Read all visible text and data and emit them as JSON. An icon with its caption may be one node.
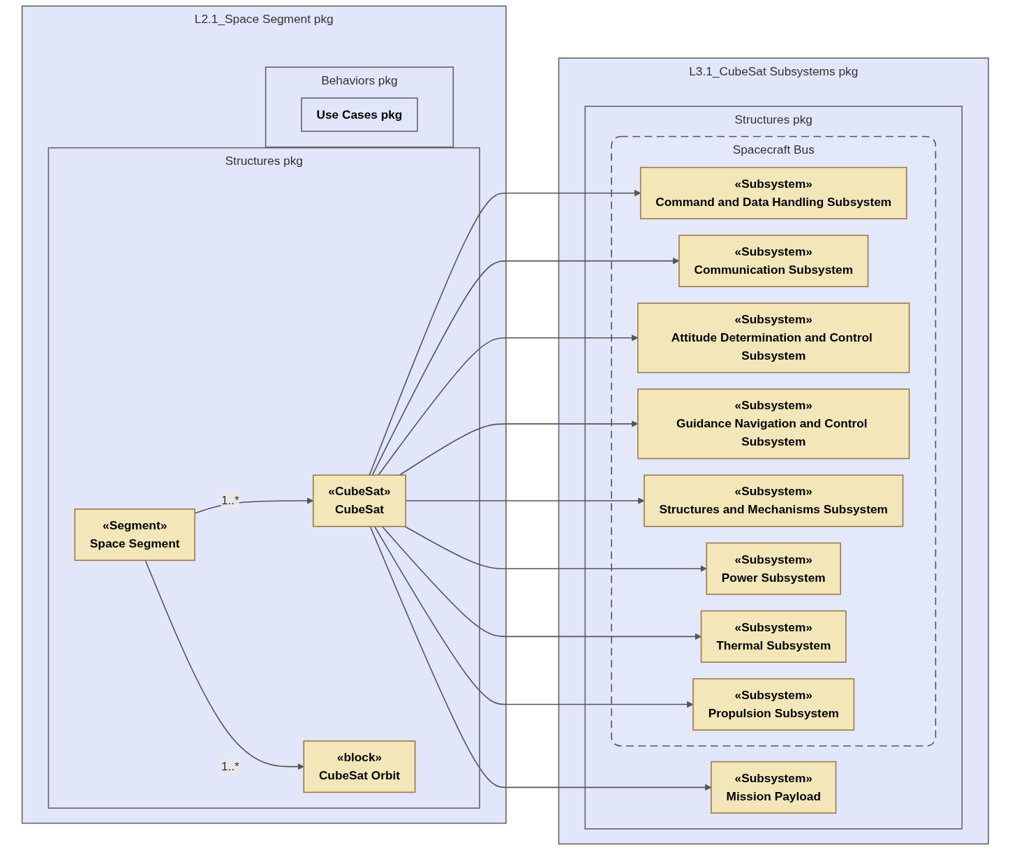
{
  "diagram": {
    "nodes": [
      {
        "text": [
          "L2.1_Space Segment pkg"
        ]
      },
      {
        "text": [
          "Structures pkg"
        ],
        "in": 0
      },
      {
        "text": [
          "«Segment»",
          "Space Segment"
        ],
        "in": 1
      },
      {
        "text": [
          "«CubeSat»",
          "CubeSat"
        ],
        "in": 1
      },
      {
        "text": [
          "«block»",
          "CubeSat Orbit"
        ],
        "in": 1
      },
      {
        "text": [
          "Behaviors pkg"
        ],
        "in": 0
      },
      {
        "text": [
          "Use Cases pkg"
        ],
        "in": 5
      },
      {
        "text": [
          "L3.1_CubeSat Subsystems pkg"
        ]
      },
      {
        "text": [
          "Structures pkg"
        ],
        "in": 7
      },
      {
        "text": [
          "«Subsystem»",
          "Mission Payload"
        ],
        "in": 8
      },
      {
        "text": [
          "Spacecraft Bus"
        ],
        "in": 8
      },
      {
        "text": [
          "«Subsystem»",
          "Command and Data Handling Subsystem"
        ],
        "in": 10
      },
      {
        "text": [
          "«Subsystem»",
          "Communication Subsystem"
        ],
        "in": 10
      },
      {
        "text": [
          "«Subsystem»",
          "Attitude Determination and Control Subsystem"
        ],
        "in": 10
      },
      {
        "text": [
          "«Subsystem»",
          "Guidance Navigation and Control Subsystem"
        ],
        "in": 10
      },
      {
        "text": [
          "«Subsystem»",
          "Structures and Mechanisms Subsystem"
        ],
        "in": 10
      },
      {
        "text": [
          "«Subsystem»",
          "Power Subsystem"
        ],
        "in": 10
      },
      {
        "text": [
          "«Subsystem»",
          "Thermal Subsystem"
        ],
        "in": 10
      },
      {
        "text": [
          "«Subsystem»",
          "Propulsion Subsystem"
        ],
        "in": 10
      }
    ],
    "edges": [
      {
        "from": 2,
        "to": 3,
        "arrow": "to",
        "label": "1..*"
      },
      {
        "from": 2,
        "to": 4,
        "arrow": "to",
        "label": "1..*"
      },
      {
        "from": 3,
        "to": 9,
        "arrow": "to"
      },
      {
        "from": 3,
        "to": 11,
        "arrow": "to"
      },
      {
        "from": 3,
        "to": 12,
        "arrow": "to"
      },
      {
        "from": 3,
        "to": 13,
        "arrow": "to"
      },
      {
        "from": 3,
        "to": 14,
        "arrow": "to"
      },
      {
        "from": 3,
        "to": 15,
        "arrow": "to"
      },
      {
        "from": 3,
        "to": 16,
        "arrow": "to"
      },
      {
        "from": 3,
        "to": 17,
        "arrow": "to"
      },
      {
        "from": 3,
        "to": 18,
        "arrow": "to"
      }
    ]
  }
}
